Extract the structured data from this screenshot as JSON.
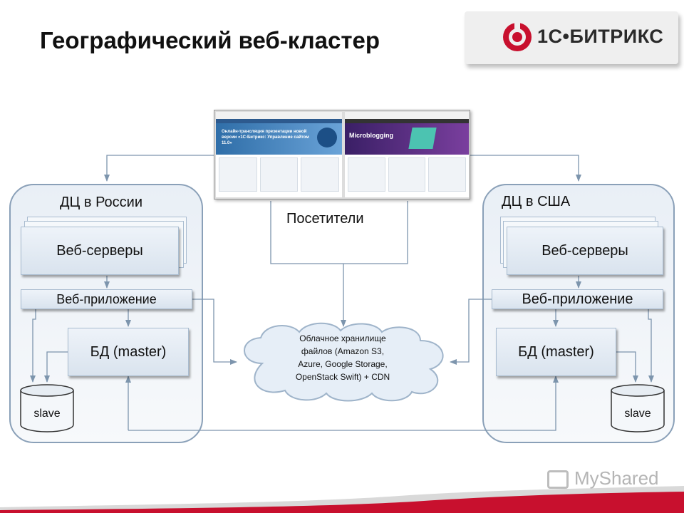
{
  "slide": {
    "title": "Географический веб-кластер",
    "brand": {
      "name": "1С•БИТРИКС",
      "accent": "#c8102e"
    }
  },
  "diagram": {
    "left_dc": {
      "label": "ДЦ в России",
      "web_servers": "Веб-серверы",
      "web_app": "Веб-приложение",
      "db_master": "БД (master)",
      "db_slave": "slave"
    },
    "right_dc": {
      "label": "ДЦ в США",
      "web_servers": "Веб-серверы",
      "web_app": "Веб-приложение",
      "db_master": "БД (master)",
      "db_slave": "slave"
    },
    "visitors_label": "Посетители",
    "screenshots": {
      "left_banner": "Онлайн-трансляция презентации новой версии «1С-Битрикс: Управление сайтом 11.0»",
      "right_banner": "Microblogging"
    },
    "cloud": {
      "lines": [
        "Облачное хранилище",
        "файлов (Amazon S3,",
        "Azure, Google Storage,",
        "OpenStack Swift) + CDN"
      ]
    },
    "colors": {
      "line": "#7d95ad",
      "cloud_fill": "#e6eef7",
      "cloud_stroke": "#9fb4ca",
      "banner_left": "#2f6ea8",
      "banner_right": "#3a1f66"
    }
  },
  "watermark": "MyShared"
}
